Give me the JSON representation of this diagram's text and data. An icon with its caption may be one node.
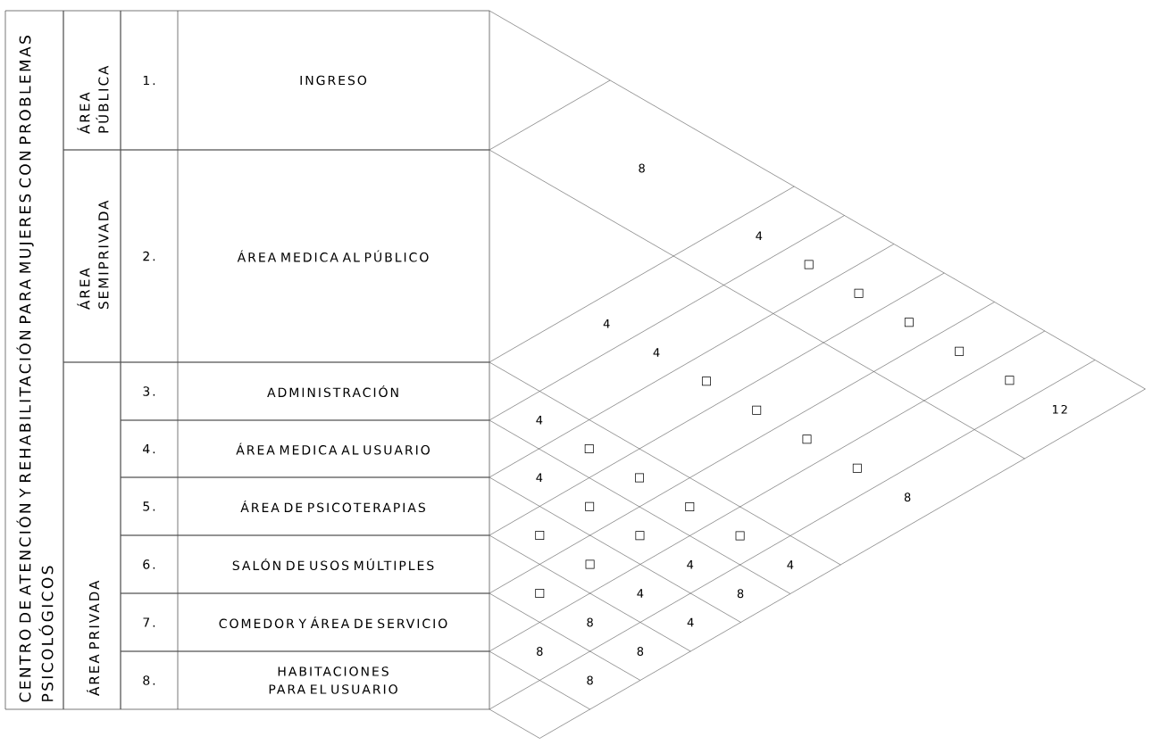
{
  "diagram": {
    "title": "CENTRO DE ATENCIÓN Y REHABILITACIÓN PARA MUJERES CON PROBLEMAS PSICOLÓGICOS",
    "nodes": [
      {
        "text": [
          "ÁREA PÚBLICA"
        ]
      },
      {
        "text": [
          "ÁREA SEMIPRIVADA"
        ]
      },
      {
        "text": [
          "ÁREA PRIVADA"
        ]
      },
      {
        "text": [
          "1.",
          "INGRESO"
        ]
      },
      {
        "text": [
          "2.",
          "ÁREA MEDICA AL PÚBLICO"
        ]
      },
      {
        "text": [
          "3.",
          "ADMINISTRACIÓN"
        ]
      },
      {
        "text": [
          "4.",
          "ÁREA MEDICA AL USUARIO"
        ]
      },
      {
        "text": [
          "5.",
          "ÁREA DE PSICOTERAPIAS"
        ]
      },
      {
        "text": [
          "6.",
          "SALÓN DE USOS MÚLTIPLES"
        ]
      },
      {
        "text": [
          "7.",
          "COMEDOR Y ÁREA DE SERVICIO"
        ]
      },
      {
        "text": [
          "8.",
          "HABITACIONES PARA EL USUARIO"
        ]
      }
    ],
    "labels": [
      "8",
      "4",
      "□",
      "□",
      "□",
      "□",
      "□",
      "12",
      "4",
      "4",
      "□",
      "□",
      "□",
      "□",
      "8",
      "4",
      "□",
      "□",
      "□",
      "□",
      "4",
      "4",
      "□",
      "□",
      "4",
      "8",
      "□",
      "□",
      "4",
      "4",
      "□",
      "8",
      "8",
      "8",
      "8"
    ]
  }
}
